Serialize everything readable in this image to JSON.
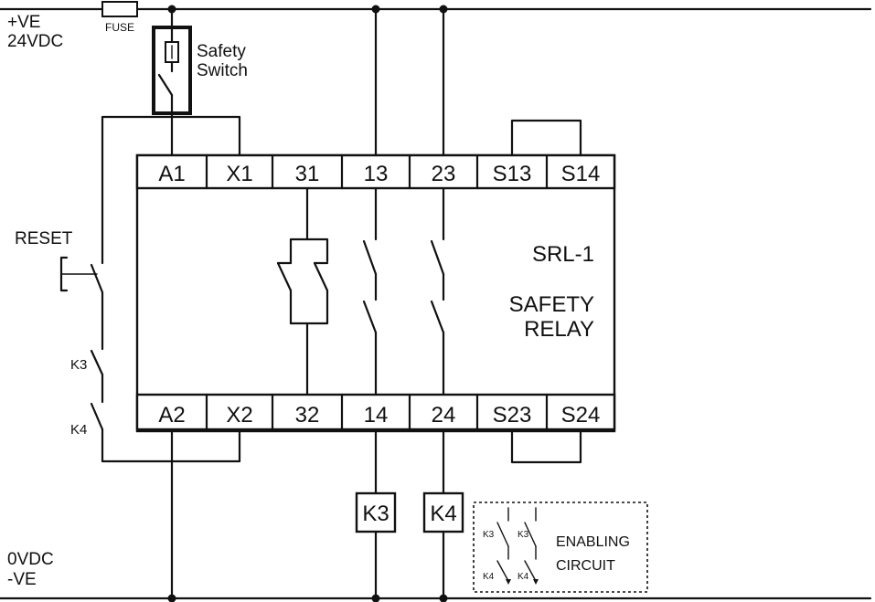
{
  "supply": {
    "positive_line1": "+VE",
    "positive_line2": "24VDC",
    "negative_line1": "0VDC",
    "negative_line2": "-VE",
    "fuse": "FUSE"
  },
  "safety_switch": {
    "line1": "Safety",
    "line2": "Switch"
  },
  "reset_label": "RESET",
  "contacts": {
    "k3": "K3",
    "k4": "K4"
  },
  "relay": {
    "model": "SRL-1",
    "name_line1": "SAFETY",
    "name_line2": "RELAY",
    "top_terminals": [
      "A1",
      "X1",
      "31",
      "13",
      "23",
      "S13",
      "S14"
    ],
    "bottom_terminals": [
      "A2",
      "X2",
      "32",
      "14",
      "24",
      "S23",
      "S24"
    ]
  },
  "coils": {
    "k3": "K3",
    "k4": "K4"
  },
  "enabling_circuit": {
    "line1": "ENABLING",
    "line2": "CIRCUIT",
    "contact_labels": [
      "K3",
      "K3",
      "K4",
      "K4"
    ]
  }
}
